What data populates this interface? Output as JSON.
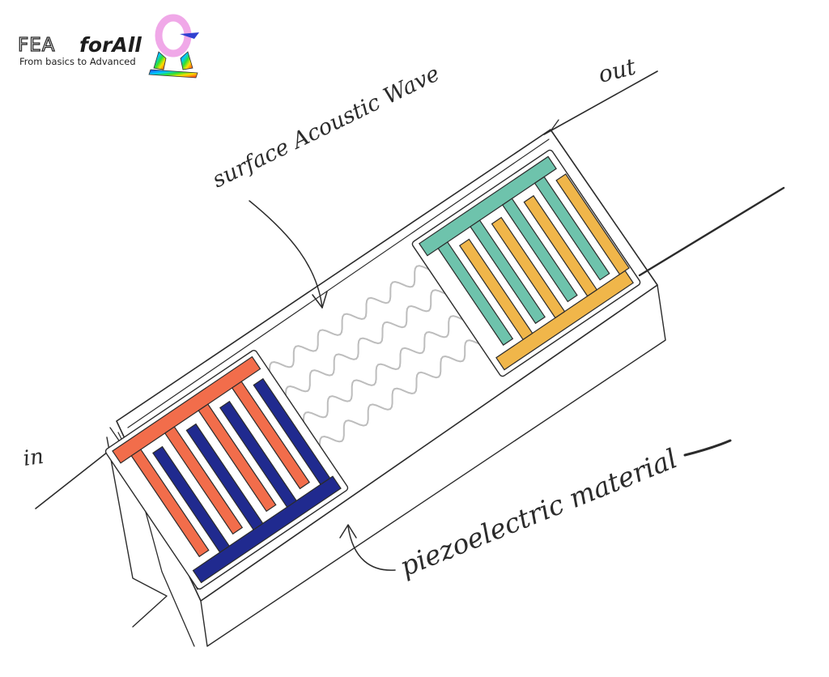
{
  "logo": {
    "name_outline": "FEA",
    "name_bold": "forAll",
    "tagline": "From basics to Advanced"
  },
  "labels": {
    "wave": "surface Acoustic Wave",
    "input": "in",
    "output": "out",
    "substrate": "piezoelectric material"
  },
  "colors": {
    "input_comb_top": "#f26d4b",
    "input_comb_bottom": "#202a8f",
    "output_comb_top": "#6ec3ac",
    "output_comb_bottom": "#f0b64a",
    "wave": "#bdbdbd",
    "ink": "#2b2b2b"
  }
}
